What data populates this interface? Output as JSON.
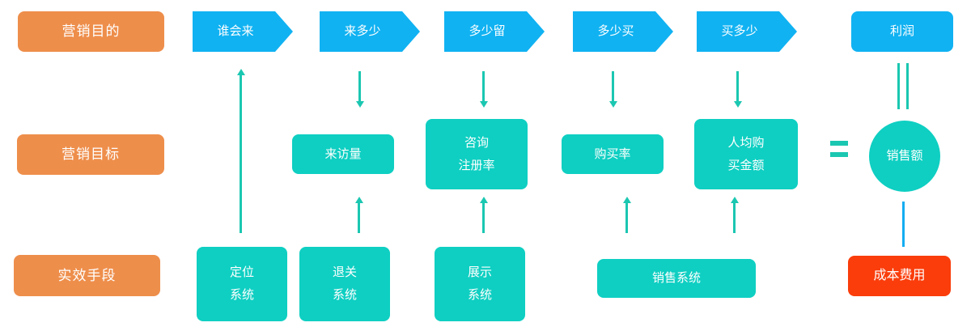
{
  "colors": {
    "row_label_orange": "#EE8E4B",
    "funnel_blue": "#10B2F2",
    "node_teal": "#0ECFC2",
    "connector_teal": "#1BC7B1",
    "connector_blue": "#14ADF2",
    "cost_red": "#FA3D0B",
    "text_white": "#FFFFFF"
  },
  "row_labels": [
    {
      "label": "营销目的"
    },
    {
      "label": "营销目标"
    },
    {
      "label": "实效手段"
    }
  ],
  "funnel_steps": [
    {
      "label": "谁会来"
    },
    {
      "label": "来多少"
    },
    {
      "label": "多少留"
    },
    {
      "label": "多少买"
    },
    {
      "label": "买多少"
    }
  ],
  "profit": {
    "label": "利润"
  },
  "metrics": [
    {
      "label": "来访量"
    },
    {
      "label": "咨询\n注册率"
    },
    {
      "label": "购买率"
    },
    {
      "label": "人均购\n买金额"
    }
  ],
  "sales_circle": {
    "label": "销售额"
  },
  "systems": [
    {
      "label": "定位\n系统"
    },
    {
      "label": "退关\n系统"
    },
    {
      "label": "展示\n系统"
    },
    {
      "label": "销售系统"
    }
  ],
  "cost": {
    "label": "成本费用"
  }
}
